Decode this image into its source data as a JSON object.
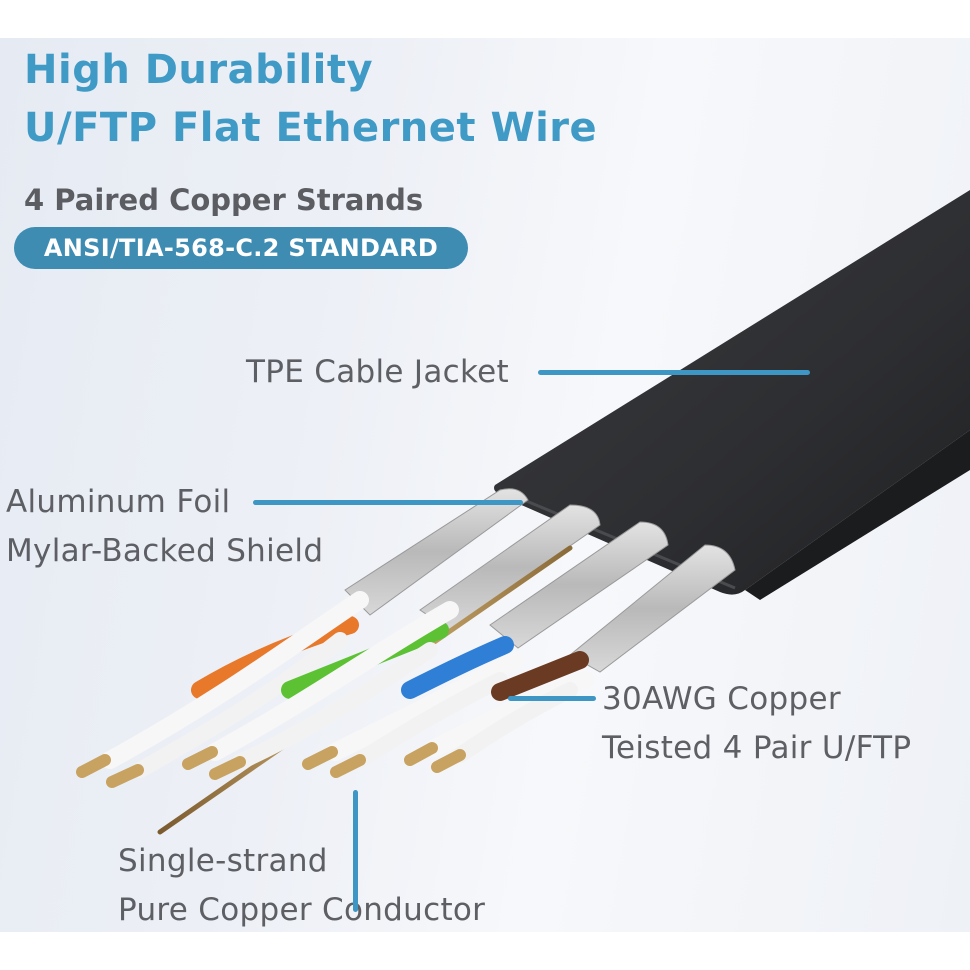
{
  "header": {
    "title_line1": "High Durability",
    "title_line2": "U/FTP Flat Ethernet Wire",
    "subtitle": "4 Paired Copper Strands",
    "badge": "ANSI/TIA-568-C.2 STANDARD"
  },
  "callouts": {
    "jacket": "TPE Cable Jacket",
    "shield_line1": "Aluminum Foil",
    "shield_line2": "Mylar-Backed Shield",
    "pairs_line1": "30AWG Copper",
    "pairs_line2": "Teisted 4 Pair U/FTP",
    "conductor_line1": "Single-strand",
    "conductor_line2": "Pure Copper Conductor"
  },
  "colors": {
    "accent_blue": "#3f9ac6",
    "badge_blue": "#3f8cb3",
    "leader_blue": "#3d96c4",
    "label_gray": "#5d5f64",
    "jacket_black": "#2e2f32",
    "wire_orange": "#e8782a",
    "wire_green": "#5cc233",
    "wire_blue": "#2f7fd6",
    "wire_brown": "#6b3a22"
  }
}
